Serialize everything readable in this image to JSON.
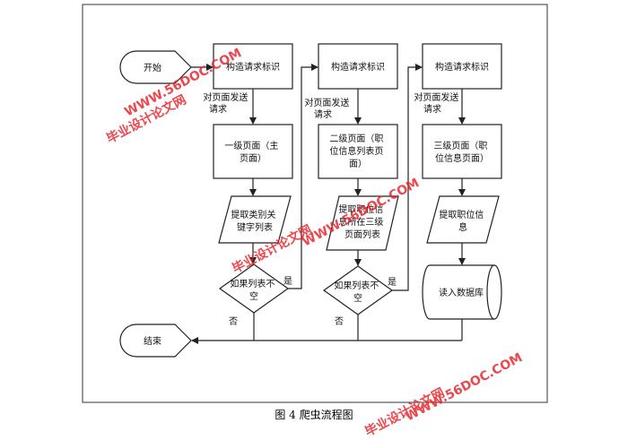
{
  "caption": "图 4 爬虫流程图",
  "nodes": {
    "start": "开始",
    "build1": "构造请求标识",
    "build2": "构造请求标识",
    "build3": "构造请求标识",
    "page1": [
      "一级页面（主",
      "页面）"
    ],
    "page2": [
      "二级页面（职",
      "位信息列表页",
      "面）"
    ],
    "page3": [
      "三级页面（职",
      "位信息页面）"
    ],
    "extract1": [
      "提取类别关",
      "键字列表"
    ],
    "extract2": [
      "提取职位信",
      "息所在三级",
      "页面列表"
    ],
    "extract3": [
      "提取职位信",
      "息"
    ],
    "decide1": [
      "如果列表不",
      "空"
    ],
    "decide2": [
      "如果列表不",
      "空"
    ],
    "store": "读入数据库",
    "end": "结束"
  },
  "edge_labels": {
    "send1": [
      "对页面发送",
      "请求"
    ],
    "send2": [
      "对页面发送",
      "请求"
    ],
    "send3": [
      "对页面发送",
      "请求"
    ],
    "yes1": "是",
    "yes2": "是",
    "no1": "否",
    "no2": "否"
  },
  "watermarks": [
    "WWW.56DOC.COM",
    "毕业设计论文网"
  ]
}
